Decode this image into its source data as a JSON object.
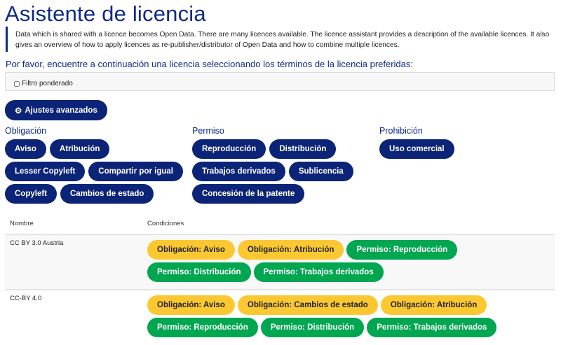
{
  "title": "Asistente de licencia",
  "intro": "Data which is shared with a licence becomes Open Data. There are many licences available. The licence assistant provides a description of the available licences. It also gives an overview of how to apply licences as re-publisher/distributor of Open Data and how to combine multiple licences.",
  "lead": "Por favor, encuentre a continuación una licencia seleccionando los términos de la licencia preferidas:",
  "filter_label": "Filtro ponderado",
  "advanced_label": "Ajustes avanzados",
  "groups": {
    "obligation": {
      "title": "Obligación",
      "items": [
        "Aviso",
        "Atribución",
        "Lesser Copyleft",
        "Compartir por igual",
        "Copyleft",
        "Cambios de estado"
      ]
    },
    "permission": {
      "title": "Permiso",
      "items": [
        "Reproducción",
        "Distribución",
        "Trabajos derivados",
        "Sublicencia",
        "Concesión de la patente"
      ]
    },
    "prohibition": {
      "title": "Prohibición",
      "items": [
        "Uso comercial"
      ]
    }
  },
  "table": {
    "headers": [
      "Nombre",
      "Condiciones"
    ],
    "rows": [
      {
        "name": "CC BY 3.0 Austria",
        "conditions": [
          "Obligación: Aviso",
          "Obligación: Atribución",
          "Permiso: Reproducción",
          "Permiso: Distribución",
          "Permiso: Trabajos derivados"
        ]
      },
      {
        "name": "CC-BY 4.0",
        "conditions": [
          "Obligación: Aviso",
          "Obligación: Cambios de estado",
          "Obligación: Atribución",
          "Permiso: Reproducción",
          "Permiso: Distribución",
          "Permiso: Trabajos derivados"
        ]
      }
    ]
  },
  "colors": {
    "navy": "#0c2478",
    "obligation": "#fcc832",
    "permission": "#00a650"
  }
}
